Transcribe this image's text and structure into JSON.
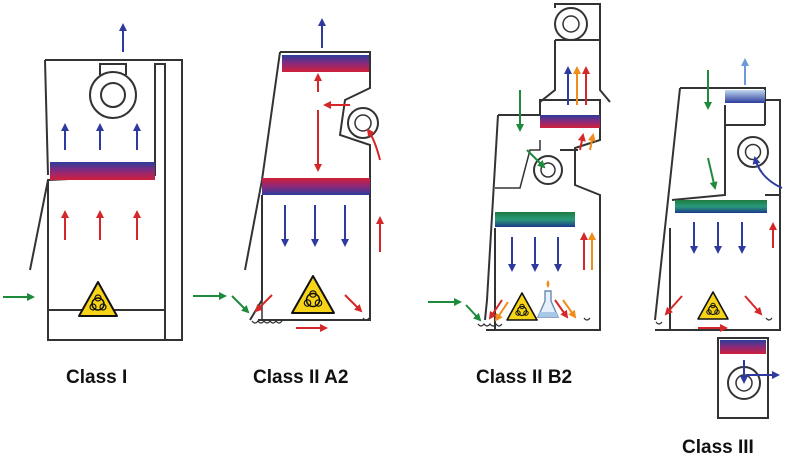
{
  "labels": {
    "class1": "Class I",
    "class2a2": "Class II A2",
    "class2b2": "Class II B2",
    "class3": "Class III"
  },
  "colors": {
    "supply": "#d62728",
    "exhaust": "#2e3a9e",
    "room_air": "#1e8a3c",
    "contaminated": "#f08c1a",
    "outline": "#333333",
    "hazard_fill": "#f7d417",
    "hepa_red": "#c0213a",
    "hepa_blue": "#2c3c9c",
    "hepa_green": "#1f7a4a"
  },
  "icons": [
    "biohazard-icon",
    "fan-icon",
    "flask-icon",
    "arrow-icon",
    "hepa-filter"
  ]
}
